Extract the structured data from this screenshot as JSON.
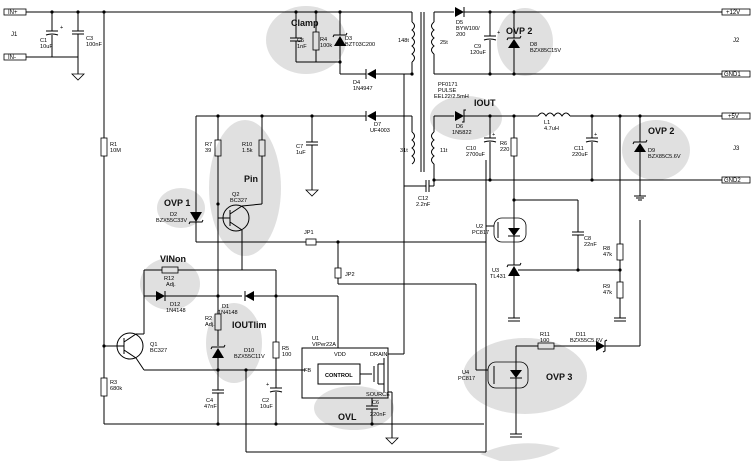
{
  "highlights": {
    "clamp": "Clamp",
    "ovp2_top": "OVP 2",
    "iout": "IOUT",
    "ovp2_right": "OVP 2",
    "ovp1": "OVP 1",
    "pin": "Pin",
    "vinon": "VINon",
    "ioutlim": "IOUTlim",
    "ovl": "OVL",
    "ovp3": "OVP 3"
  },
  "connectors": {
    "in_plus": "IN+",
    "in_minus": "IN-",
    "j1": "J1",
    "v12": "+12V",
    "gnd1": "GND1",
    "j2": "J2",
    "v5": "+5V",
    "gnd2": "GND2",
    "j3": "J3"
  },
  "components": {
    "c1": [
      "C1",
      "10uF"
    ],
    "c3": [
      "C3",
      "100nF"
    ],
    "r1": [
      "R1",
      "10M"
    ],
    "r3": [
      "R3",
      "680k"
    ],
    "q1": [
      "Q1",
      "BC327"
    ],
    "c5": [
      "C5",
      "1nF"
    ],
    "r4": [
      "R4",
      "100k"
    ],
    "d3": [
      "D3",
      "BZT03C200"
    ],
    "d4": [
      "D4",
      "1N4947"
    ],
    "d7": [
      "D7",
      "UF4003"
    ],
    "c7": [
      "C7",
      "1uF"
    ],
    "r7": [
      "R7",
      "39"
    ],
    "r10": [
      "R10",
      "1.5k"
    ],
    "q2": [
      "Q2",
      "BC327"
    ],
    "d2": [
      "D2",
      "BZX55C33V"
    ],
    "jp1": "JP1",
    "jp2": "JP2",
    "r12": [
      "R12",
      "Adj."
    ],
    "d12": [
      "D12",
      "1N4148"
    ],
    "r2": [
      "R2",
      "Adj."
    ],
    "d1": [
      "D1",
      "1N4148"
    ],
    "d10": [
      "D10",
      "BZX55C11V"
    ],
    "r5": [
      "R5",
      "100"
    ],
    "c4": [
      "C4",
      "47nF"
    ],
    "c2": [
      "C2",
      "10uF"
    ],
    "u1": [
      "U1",
      "VIPer22A"
    ],
    "u1_vdd": "VDD",
    "u1_drain": "DRAIN",
    "u1_fb": "FB",
    "u1_control": "CONTROL",
    "u1_source": "SOURCE",
    "c6": [
      "C6",
      "220nF"
    ],
    "t_148t": "148t",
    "t_25t": "25t",
    "t_31t": "31t",
    "t_11t": "11t",
    "transformer": [
      "PF0171",
      "PULSE",
      "EEL22/2.5mH"
    ],
    "d5": [
      "D5",
      "BYW100/",
      "200"
    ],
    "c9": [
      "C9",
      "120uF"
    ],
    "d8": [
      "D8",
      "BZX85C15V"
    ],
    "d6": [
      "D6",
      "1N5822"
    ],
    "c10": [
      "C10",
      "2700uF"
    ],
    "l1": [
      "L1",
      "4.7uH"
    ],
    "c11": [
      "C11",
      "220uF"
    ],
    "d9": [
      "D9",
      "BZX85C5.6V"
    ],
    "r6": [
      "R6",
      "220"
    ],
    "c12": [
      "C12",
      "2.2nF"
    ],
    "u2": [
      "U2",
      "PC817"
    ],
    "c8": [
      "C8",
      "22nF"
    ],
    "r8": [
      "R8",
      "47k"
    ],
    "r9": [
      "R9",
      "47k"
    ],
    "u3": [
      "U3",
      "TL431"
    ],
    "r11": [
      "R11",
      "100"
    ],
    "d11": [
      "D11",
      "BZX55C5.6V"
    ],
    "u4": [
      "U4",
      "PC817"
    ]
  }
}
